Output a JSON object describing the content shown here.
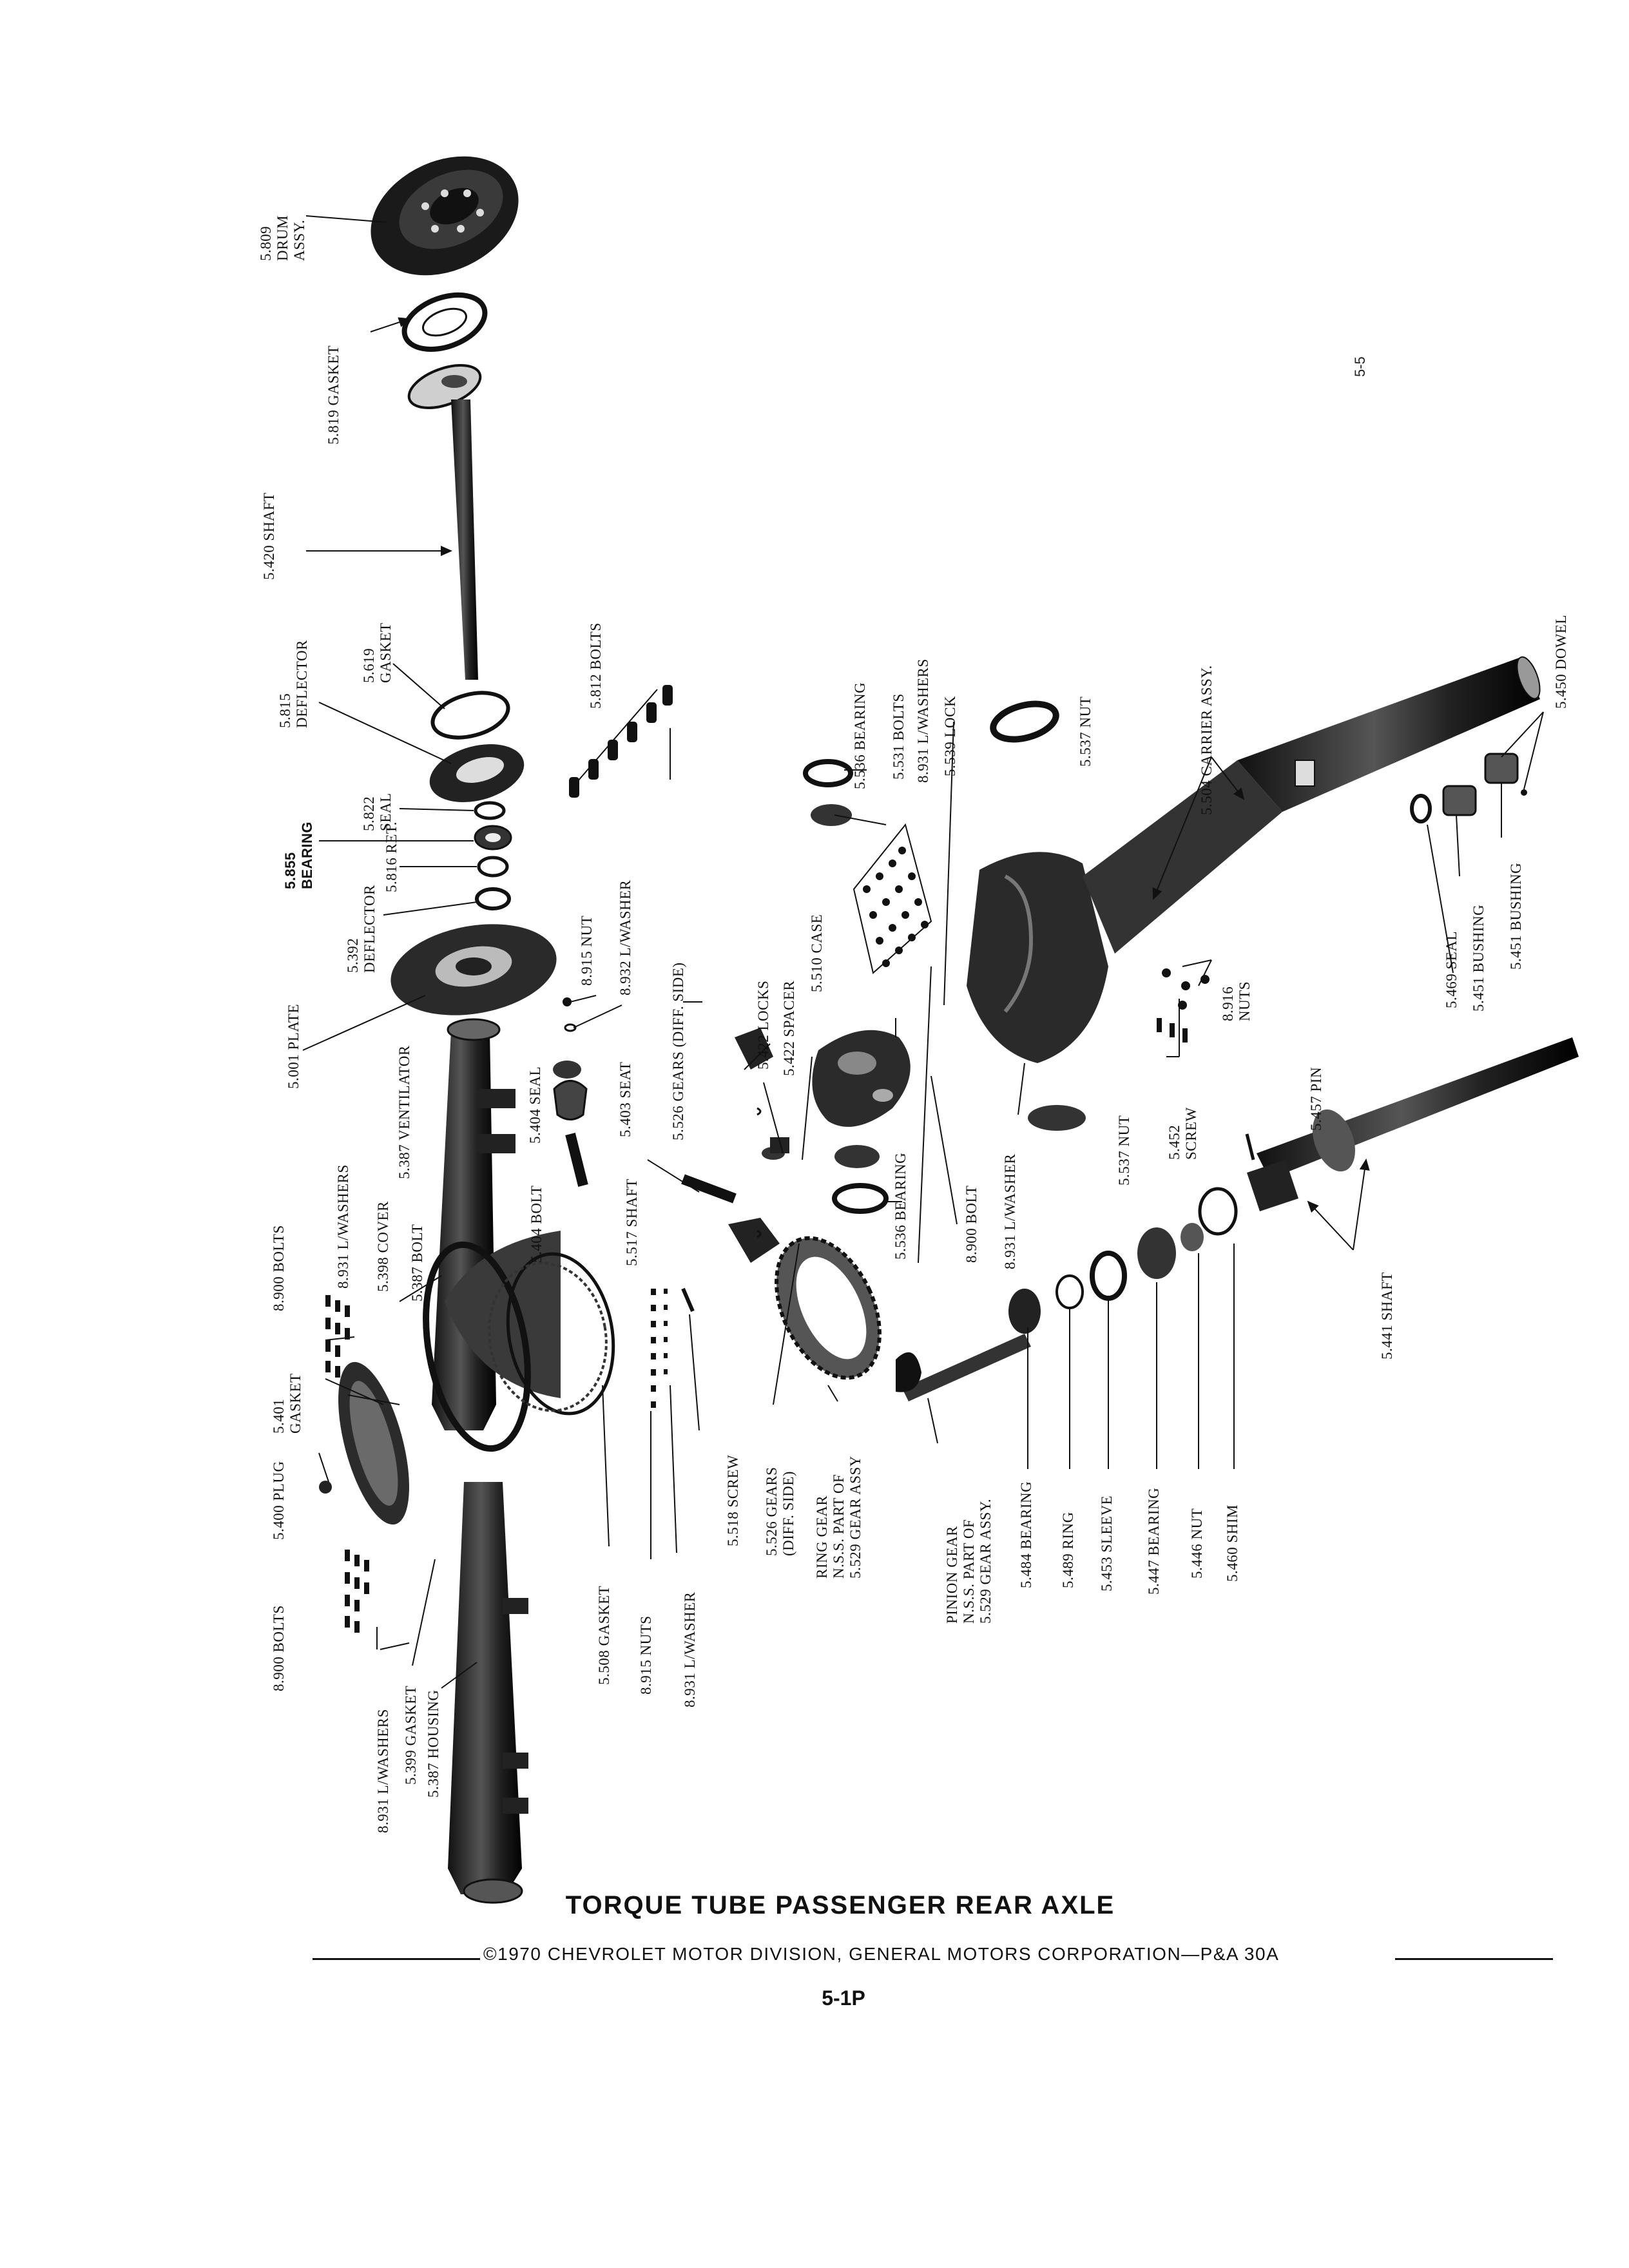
{
  "page": {
    "page_number": "5-5",
    "title": "TORQUE TUBE PASSENGER REAR AXLE",
    "copyright": "©1970 CHEVROLET MOTOR DIVISION, GENERAL MOTORS CORPORATION—P&A 30A",
    "plate_number": "5-1P"
  },
  "labels": {
    "drum": [
      "5.809",
      "DRUM",
      "ASSY."
    ],
    "gasket_5819": [
      "5.819 GASKET"
    ],
    "shaft_5420": [
      "5.420 SHAFT"
    ],
    "gasket_5619": [
      "5.619",
      "GASKET"
    ],
    "deflector_5815": [
      "5.815",
      "DEFLECTOR"
    ],
    "bolts_5812": [
      "5.812 BOLTS"
    ],
    "seal_5822": [
      "5.822",
      "SEAL"
    ],
    "bearing_5855": [
      "5.855",
      "BEARING"
    ],
    "ret_5816": [
      "5.816 RET."
    ],
    "deflector_5392": [
      "5.392",
      "DEFLECTOR"
    ],
    "nut_8915": [
      "8.915 NUT"
    ],
    "washer_8932": [
      "8.932 L/WASHER"
    ],
    "plate_5001": [
      "5.001 PLATE"
    ],
    "seal_5404": [
      "5.404 SEAL"
    ],
    "seat_5403": [
      "5.403 SEAT"
    ],
    "gears_5526_top": [
      "5.526 GEARS (DIFF. SIDE)"
    ],
    "locks_5422": [
      "5.422 LOCKS"
    ],
    "spacer_5422": [
      "5.422 SPACER"
    ],
    "case_5510": [
      "5.510 CASE"
    ],
    "bearing_5536_top": [
      "5.536 BEARING"
    ],
    "bolts_5531": [
      "5.531 BOLTS"
    ],
    "washers_8931_top": [
      "8.931 L/WASHERS"
    ],
    "lock_5539": [
      "5.539 LOCK"
    ],
    "nut_5537_top": [
      "5.537 NUT"
    ],
    "carrier_5504": [
      "5.504 CARRIER ASSY."
    ],
    "dowel_5450": [
      "5.450 DOWEL"
    ],
    "ventilator_5387": [
      "5.387 VENTILATOR"
    ],
    "washers_8931_cover": [
      "8.931 L/WASHERS"
    ],
    "bolts_8900_top": [
      "8.900 BOLTS"
    ],
    "cover_5398": [
      "5.398 COVER"
    ],
    "bolt_5387": [
      "5.387 BOLT"
    ],
    "bolt_5404": [
      "5.404 BOLT"
    ],
    "shaft_5517": [
      "5.517 SHAFT"
    ],
    "bearing_5536_mid": [
      "5.536 BEARING"
    ],
    "bolt_8900_mid": [
      "8.900 BOLT"
    ],
    "washer_8931_mid": [
      "8.931 L/WASHER"
    ],
    "nut_5537_mid": [
      "5.537 NUT"
    ],
    "screw_5452": [
      "5.452",
      "SCREW"
    ],
    "nuts_8916": [
      "8.916",
      "NUTS"
    ],
    "seal_5469": [
      "5.469 SEAL"
    ],
    "bushing_5451a": [
      "5.451 BUSHING"
    ],
    "bushing_5451b": [
      "5.451 BUSHING"
    ],
    "pin_5457": [
      "5.457 PIN"
    ],
    "gasket_5401": [
      "5.401",
      "GASKET"
    ],
    "plug_5400": [
      "5.400 PLUG"
    ],
    "bolts_8900_bottom": [
      "8.900 BOLTS"
    ],
    "washers_8931_bottom": [
      "8.931 L/WASHERS"
    ],
    "gasket_5399": [
      "5.399 GASKET"
    ],
    "housing_5387": [
      "5.387 HOUSING"
    ],
    "gasket_5508": [
      "5.508 GASKET"
    ],
    "nuts_8915": [
      "8.915 NUTS"
    ],
    "washer_8931_bottom": [
      "8.931 L/WASHER"
    ],
    "screw_5518": [
      "5.518 SCREW"
    ],
    "gears_5526_bottom": [
      "5.526 GEARS",
      "(DIFF. SIDE)"
    ],
    "ring_gear": [
      "RING GEAR",
      "N.S.S. PART OF",
      "5.529 GEAR ASSY"
    ],
    "pinion_gear": [
      "PINION GEAR",
      "N.S.S. PART OF",
      "5.529 GEAR ASSY."
    ],
    "bearing_5484": [
      "5.484 BEARING"
    ],
    "ring_5489": [
      "5.489 RING"
    ],
    "sleeve_5453": [
      "5.453 SLEEVE"
    ],
    "bearing_5447": [
      "5.447 BEARING"
    ],
    "nut_5446": [
      "5.446 NUT"
    ],
    "shim_5460": [
      "5.460 SHIM"
    ],
    "shaft_5441": [
      "5.441 SHAFT"
    ]
  }
}
